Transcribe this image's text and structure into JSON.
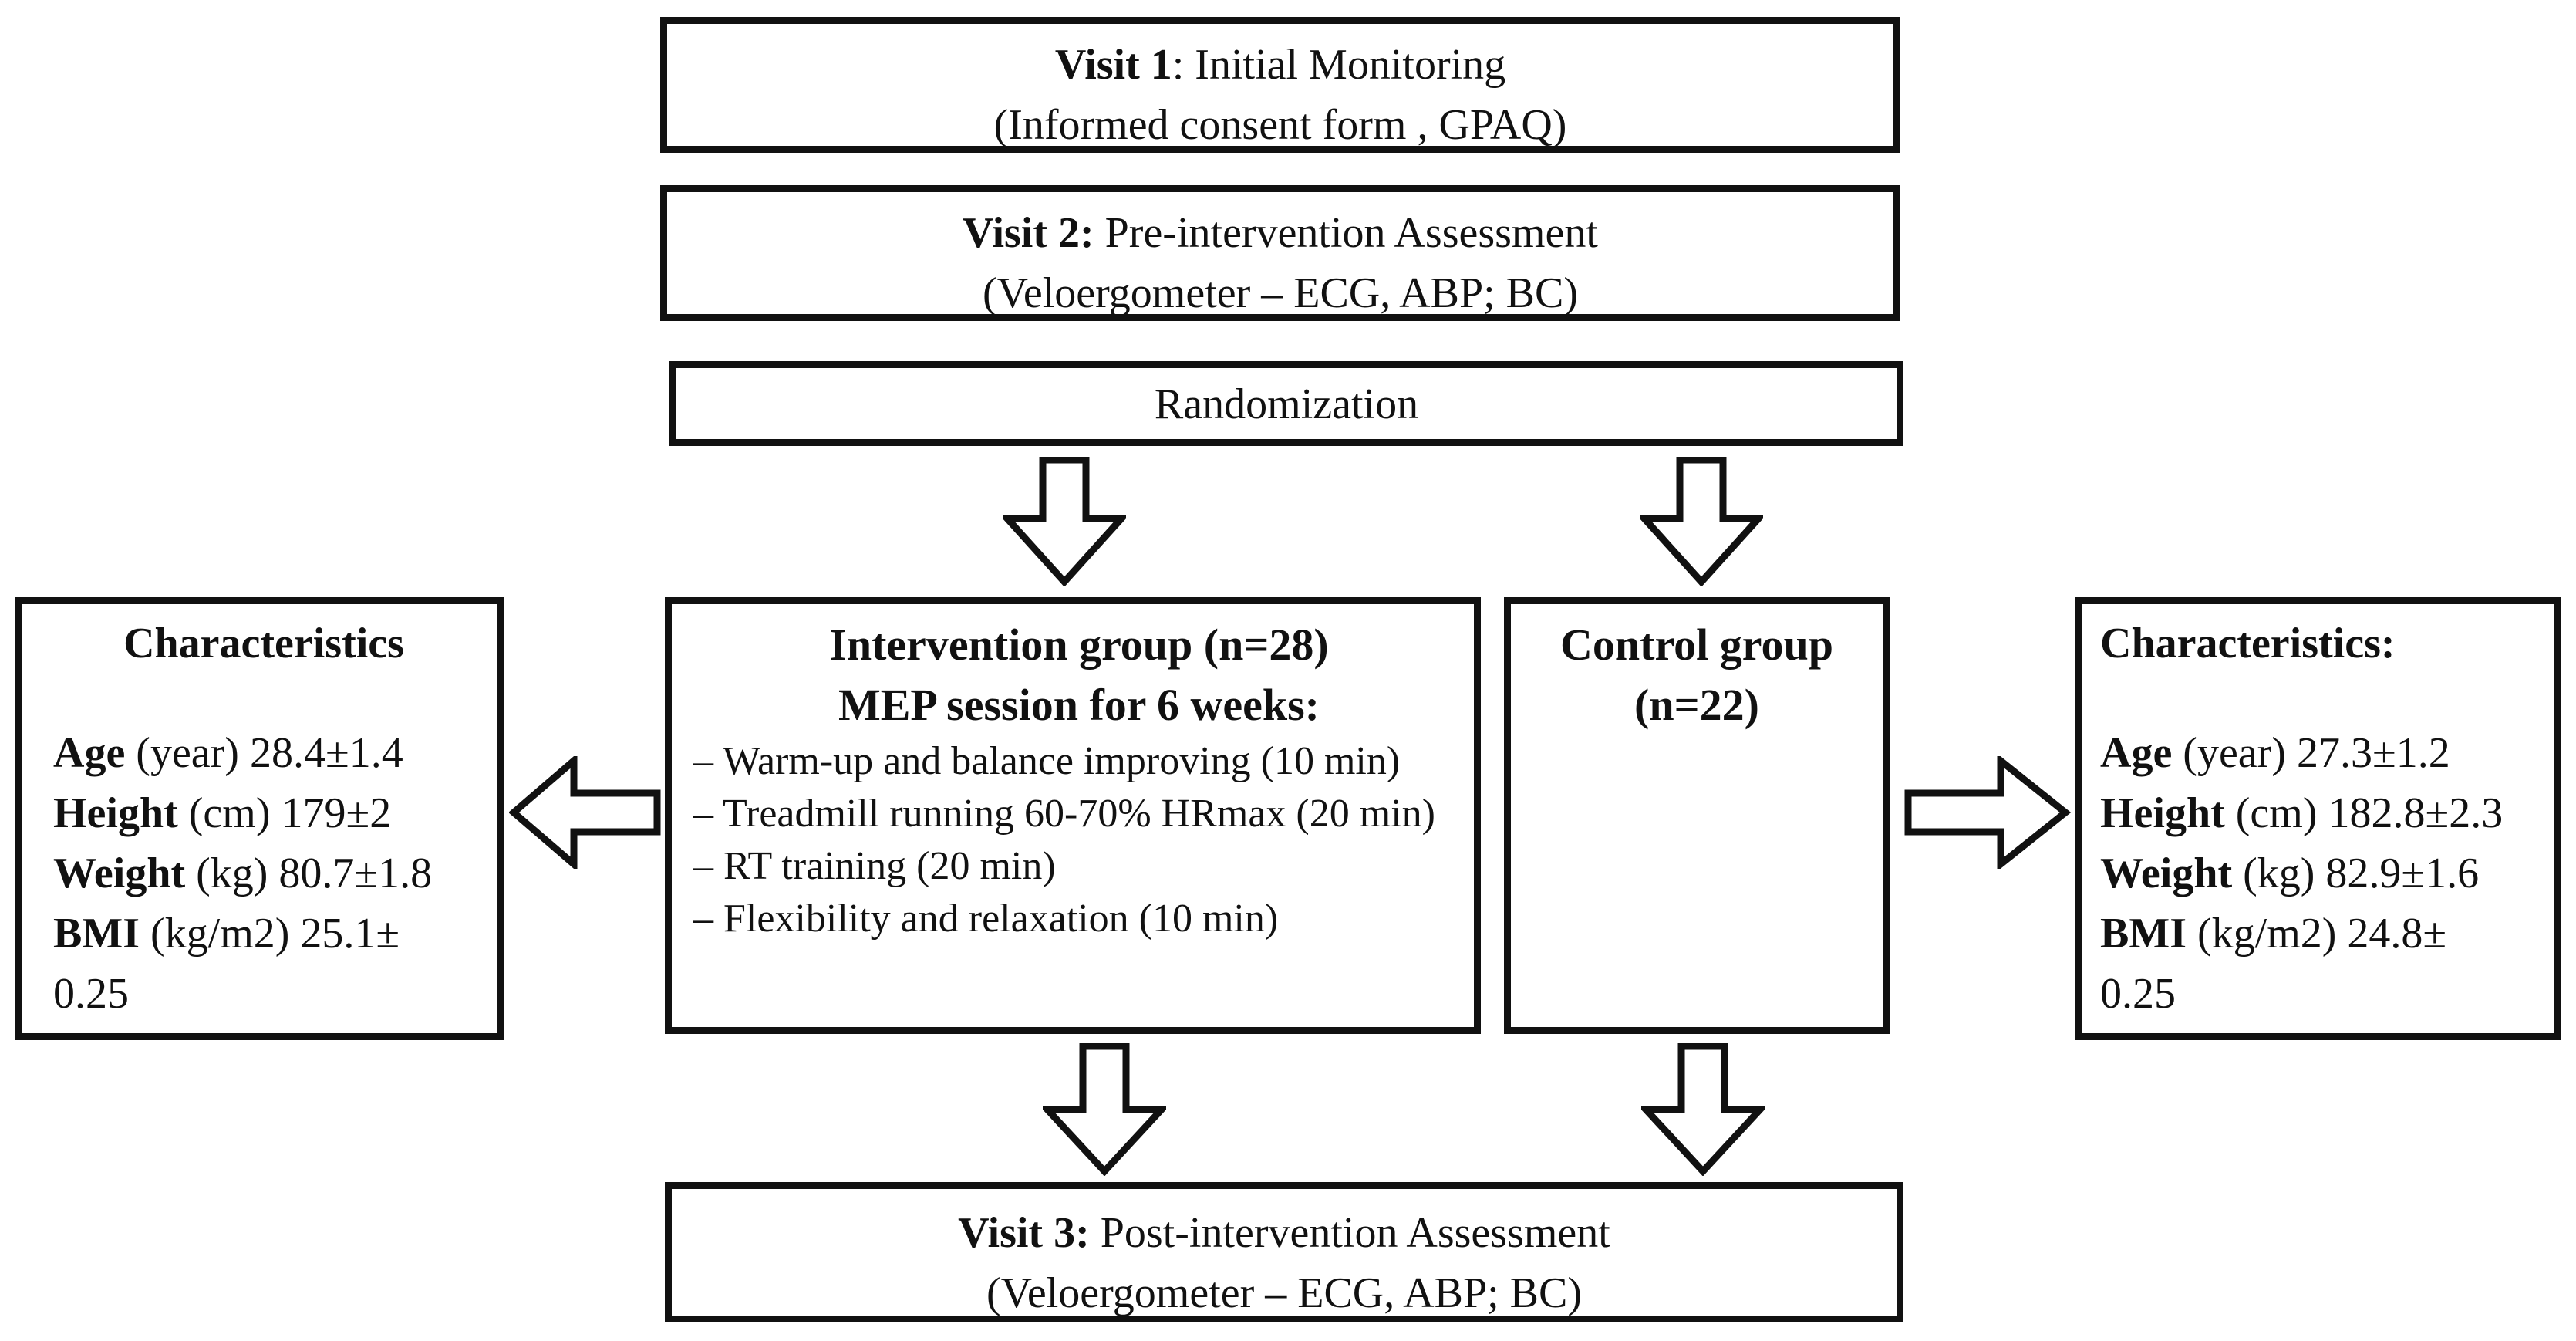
{
  "visit1": {
    "bold": "Visit 1",
    "rest": ": Initial Monitoring",
    "line2": "(Informed consent form , GPAQ)"
  },
  "visit2": {
    "bold": "Visit 2:",
    "rest": " Pre-intervention Assessment",
    "line2": "(Veloergometer – ECG, ABP; BC)"
  },
  "randomization": "Randomization",
  "intervention": {
    "heading1": "Intervention group (n=28)",
    "heading2": "MEP session for 6 weeks:",
    "items": [
      "– Warm-up and balance improving (10 min)",
      "– Treadmill running 60-70% HRmax (20 min)",
      "– RT training (20 min)",
      "– Flexibility and relaxation (10 min)"
    ]
  },
  "control": {
    "line1": "Control group",
    "line2": "(n=22)"
  },
  "characteristics_left": {
    "title": "Characteristics",
    "rows": [
      {
        "label": "Age",
        "rest": " (year) 28.4±1.4"
      },
      {
        "label": "Height",
        "rest": " (cm) 179±2"
      },
      {
        "label": "Weight",
        "rest": " (kg) 80.7±1.8"
      },
      {
        "label": "BMI",
        "rest": " (kg/m2) 25.1±"
      }
    ],
    "continuation": "0.25"
  },
  "characteristics_right": {
    "title": "Characteristics:",
    "rows": [
      {
        "label": "Age",
        "rest": " (year) 27.3±1.2"
      },
      {
        "label": "Height",
        "rest": " (cm) 182.8±2.3"
      },
      {
        "label": "Weight",
        "rest": " (kg) 82.9±1.6"
      },
      {
        "label": "BMI",
        "rest": " (kg/m2) 24.8±"
      }
    ],
    "continuation": "0.25"
  },
  "visit3": {
    "bold": "Visit 3:",
    "rest": " Post-intervention Assessment",
    "line2": "(Veloergometer –  ECG, ABP; BC)"
  }
}
